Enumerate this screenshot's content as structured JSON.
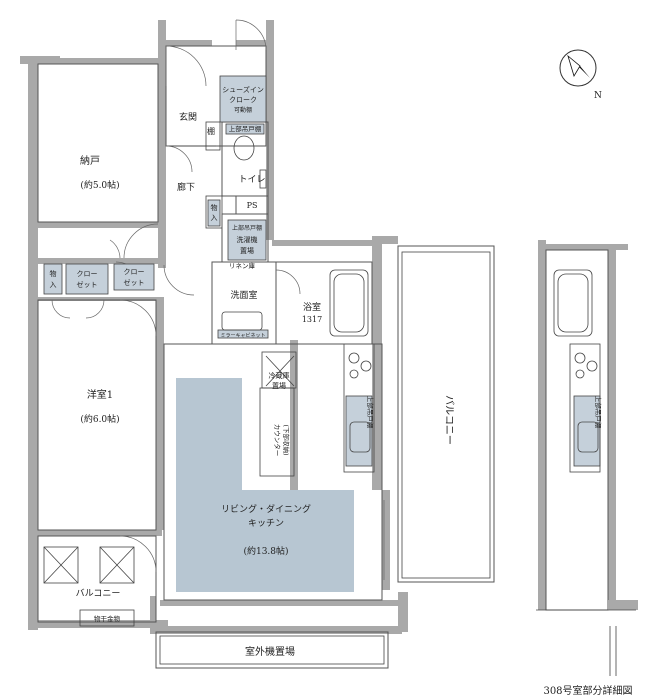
{
  "plan": {
    "rooms": {
      "storage_room_name": "納戸",
      "storage_room_size": "(約5.0帖)",
      "western_room_name": "洋室1",
      "western_room_size": "(約6.0帖)",
      "ldk_name_line1": "リビング・ダイニング",
      "ldk_name_line2": "キッチン",
      "ldk_size": "(約13.8帖)",
      "entrance": "玄関",
      "shelf": "棚",
      "corridor": "廊下",
      "toilet": "トイレ",
      "washroom": "洗面室",
      "bathroom_name": "浴室",
      "bathroom_size": "1317",
      "pipe_space": "PS"
    },
    "storage": {
      "shoes_in_line1": "シューズイン",
      "shoes_in_line2": "クローク",
      "shoes_in_line3": "可動棚",
      "upper_cabinet": "上部吊戸棚",
      "laundry_upper": "上部吊戸棚",
      "laundry_line1": "洗濯機",
      "laundry_line2": "置場",
      "linen": "リネン庫",
      "mono_line1": "物",
      "mono_line2": "入",
      "closet_a_line1": "クロー",
      "closet_a_line2": "ゼット",
      "closet_b_line1": "クロー",
      "closet_b_line2": "ゼット",
      "mono_left_line1": "物",
      "mono_left_line2": "入",
      "fridge_line1": "冷蔵庫",
      "fridge_line2": "置場",
      "counter_line1": "(下部収納)",
      "counter_line2": "カウンター",
      "kitchen_upper": "上部吊戸棚",
      "detail_upper": "上部吊戸棚",
      "mirror_cabinet": "ミラーキャビネット"
    },
    "exterior": {
      "balcony_right": "バルコニー",
      "balcony_bottom": "バルコニー",
      "drying_hardware": "物干金物",
      "ac_unit_area": "室外機置場"
    },
    "detail_caption": "308号室部分詳細図",
    "compass_label": "N"
  }
}
